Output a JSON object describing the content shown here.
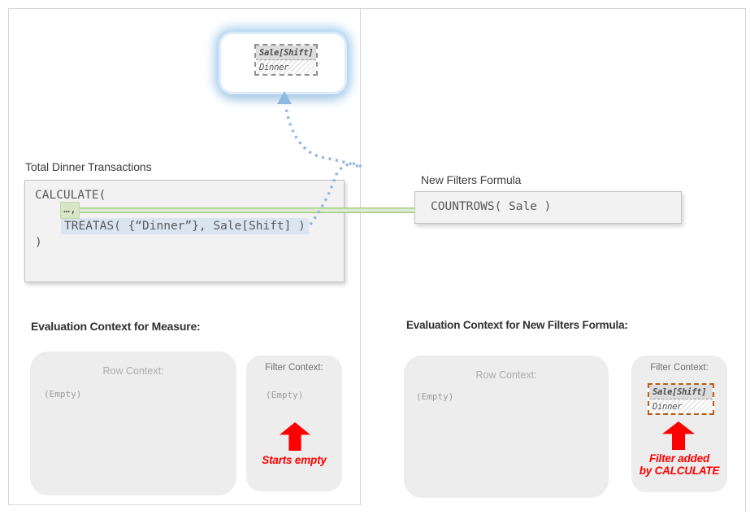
{
  "top_filter_box": {
    "table": {
      "header": "Sale[Shift]",
      "value": "Dinner"
    }
  },
  "measure": {
    "title": "Total Dinner Transactions",
    "code_line1": "CALCULATE(",
    "code_ellipsis": "…,",
    "code_treatas": "TREATAS( {“Dinner”}, Sale[Shift] )",
    "code_close": ")"
  },
  "new_filters": {
    "title": "New Filters Formula",
    "code": "COUNTROWS( Sale )"
  },
  "eval_measure": {
    "heading": "Evaluation Context for Measure:",
    "row_context_label": "Row Context:",
    "row_context_value": "(Empty)",
    "filter_context_label": "Filter Context:",
    "filter_context_value": "(Empty)",
    "annotation": "Starts empty"
  },
  "eval_new_filters": {
    "heading": "Evaluation Context for New Filters Formula:",
    "row_context_label": "Row Context:",
    "row_context_value": "(Empty)",
    "filter_context_label": "Filter Context:",
    "filter_table": {
      "header": "Sale[Shift]",
      "value": "Dinner"
    },
    "annotation_line1": "Filter added",
    "annotation_line2": "by CALCULATE"
  },
  "colors": {
    "glow_blue": "#a4cdee",
    "dotted_arrow_blue": "#8fb8e0",
    "highlight_blue": "#dbe5f1",
    "highlight_green": "#d7e6c6",
    "connector_green": "#a3cd88",
    "annotation_red": "#ff0000",
    "orange_dashed_border": "#bf5a14",
    "code_box_bg": "#f2f2f2",
    "context_box_bg": "#ededed"
  }
}
